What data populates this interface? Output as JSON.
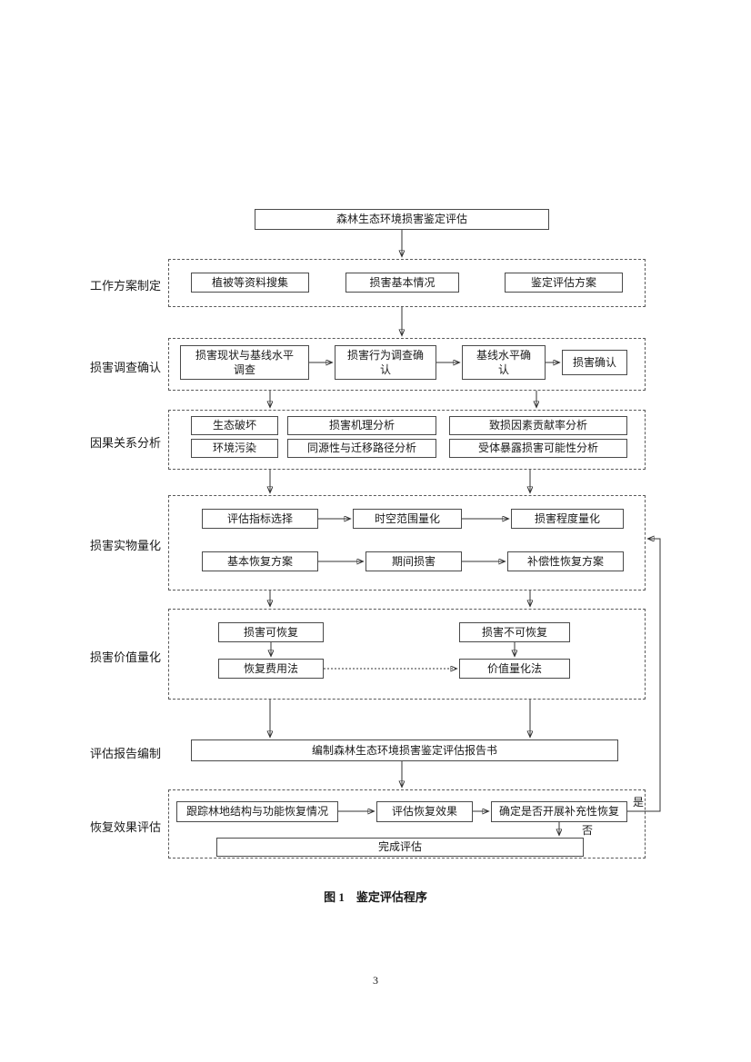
{
  "title_box": "森林生态环境损害鉴定评估",
  "stages": {
    "s1": {
      "label": "工作方案制定",
      "boxes": [
        "植被等资料搜集",
        "损害基本情况",
        "鉴定评估方案"
      ]
    },
    "s2": {
      "label": "损害调查确认",
      "boxes": [
        "损害现状与基线水平\n调查",
        "损害行为调查确\n认",
        "基线水平确\n认",
        "损害确认"
      ]
    },
    "s3": {
      "label": "因果关系分析",
      "row1": [
        "生态破坏",
        "损害机理分析",
        "致损因素贡献率分析"
      ],
      "row2": [
        "环境污染",
        "同源性与迁移路径分析",
        "受体暴露损害可能性分析"
      ]
    },
    "s4": {
      "label": "损害实物量化",
      "row1": [
        "评估指标选择",
        "时空范围量化",
        "损害程度量化"
      ],
      "row2": [
        "基本恢复方案",
        "期间损害",
        "补偿性恢复方案"
      ]
    },
    "s5": {
      "label": "损害价值量化",
      "recoverable": "损害可恢复",
      "unrecoverable": "损害不可恢复",
      "cost_method": "恢复费用法",
      "value_method": "价值量化法"
    },
    "s6": {
      "label": "评估报告编制",
      "box": "编制森林生态环境损害鉴定评估报告书"
    },
    "s7": {
      "label": "恢复效果评估",
      "boxes": [
        "跟踪林地结构与功能恢复情况",
        "评估恢复效果",
        "确定是否开展补充性恢复"
      ],
      "yes": "是",
      "no": "否",
      "done": "完成评估"
    }
  },
  "caption": "图 1　鉴定评估程序",
  "page_number": "3"
}
